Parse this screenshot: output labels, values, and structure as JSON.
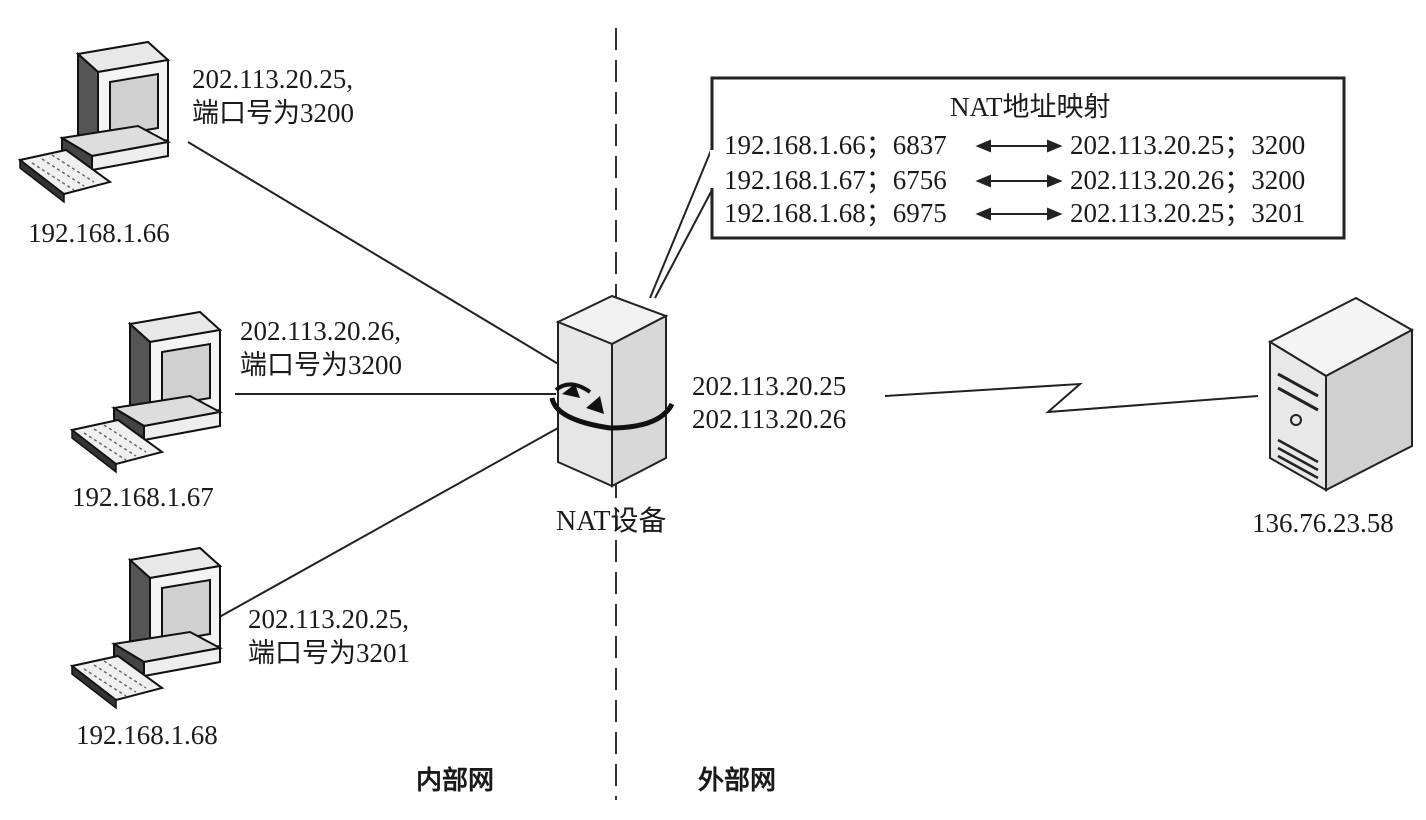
{
  "pcs": [
    {
      "ip": "192.168.1.66",
      "note_line1": "202.113.20.25,",
      "note_line2": "端口号为3200"
    },
    {
      "ip": "192.168.1.67",
      "note_line1": "202.113.20.26,",
      "note_line2": "端口号为3200"
    },
    {
      "ip": "192.168.1.68",
      "note_line1": "202.113.20.25,",
      "note_line2": "端口号为3201"
    }
  ],
  "nat": {
    "label": "NAT设备",
    "public_ip_1": "202.113.20.25",
    "public_ip_2": "202.113.20.26"
  },
  "mapping": {
    "title": "NAT地址映射",
    "rows": [
      {
        "inside": "192.168.1.66；6837",
        "outside": "202.113.20.25；3200"
      },
      {
        "inside": "192.168.1.67；6756",
        "outside": "202.113.20.26；3200"
      },
      {
        "inside": "192.168.1.68；6975",
        "outside": "202.113.20.25；3201"
      }
    ]
  },
  "server": {
    "ip": "136.76.23.58"
  },
  "zones": {
    "internal": "内部网",
    "external": "外部网"
  }
}
